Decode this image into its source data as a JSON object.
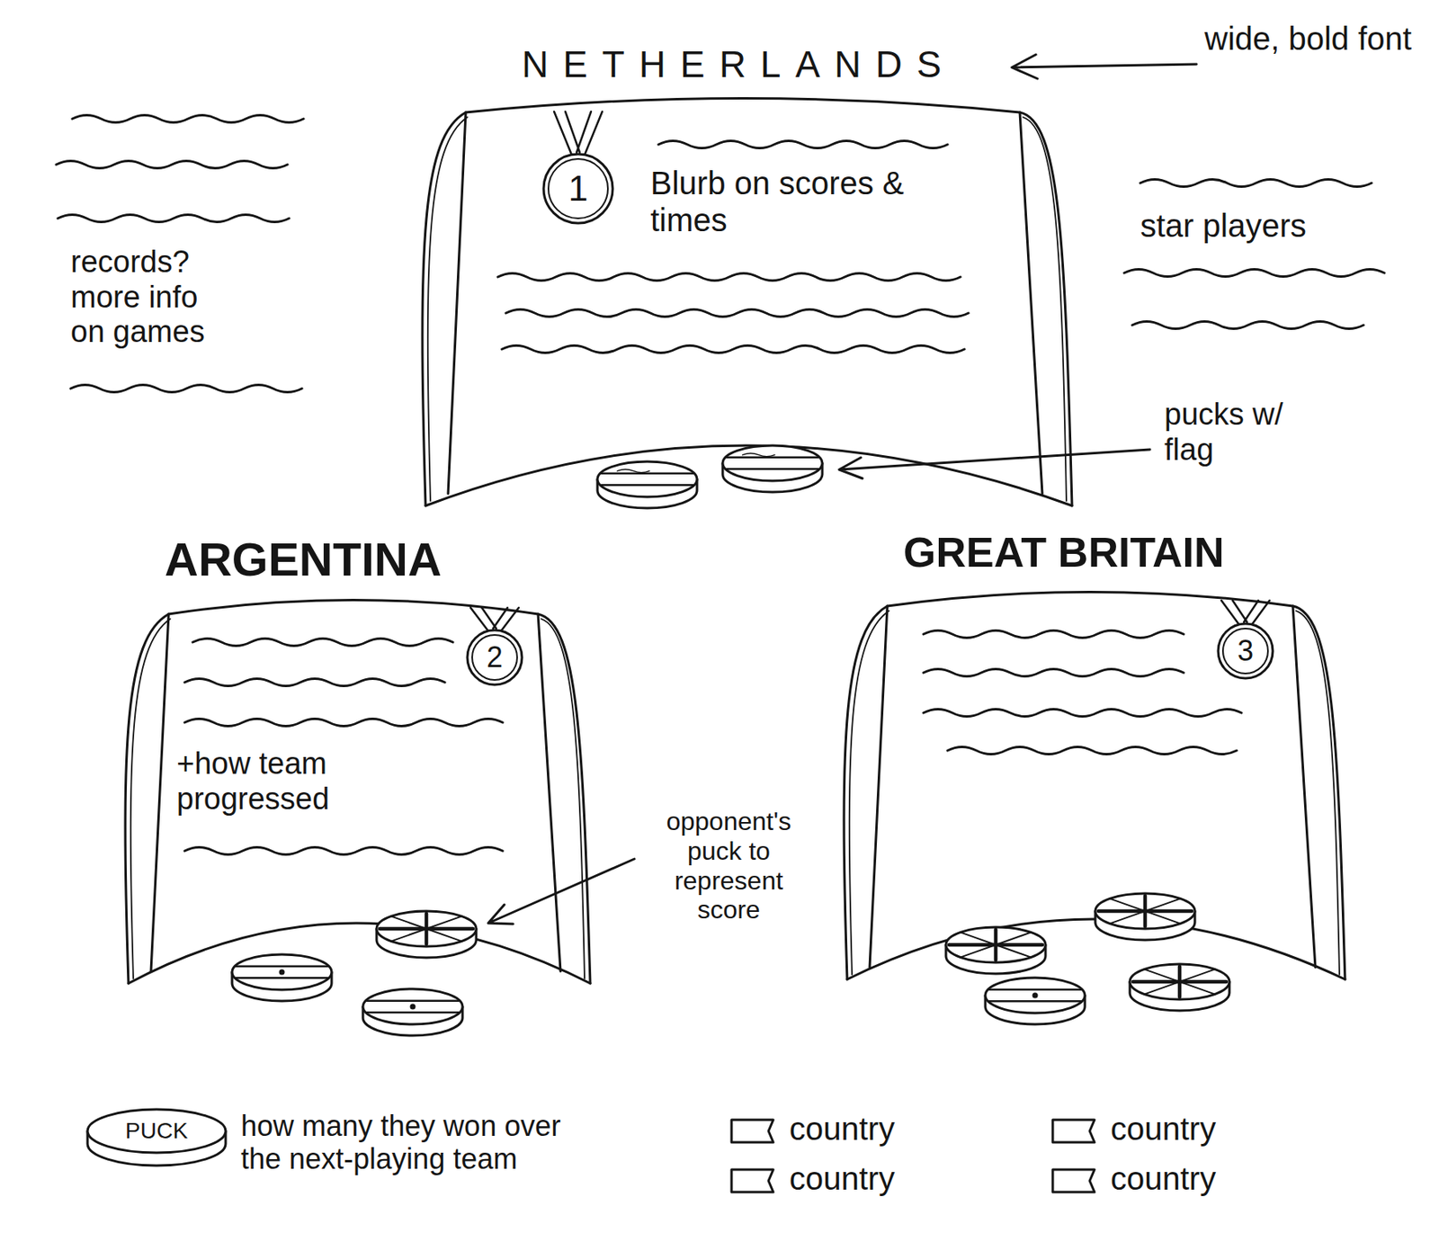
{
  "diagram": {
    "nodes": [
      {
        "text": [
          "NETHERLANDS",
          "Blurb on scores & times"
        ]
      },
      {
        "text": [
          "1"
        ],
        "in": 0
      },
      {
        "text": [
          "ARGENTINA",
          "+how team progressed"
        ]
      },
      {
        "text": [
          "2"
        ],
        "in": 2
      },
      {
        "text": [
          "GREAT BRITAIN"
        ]
      },
      {
        "text": [
          "3"
        ],
        "in": 4
      },
      {
        "text": [
          "PUCK"
        ]
      }
    ],
    "labels": [
      "wide, bold font",
      "records? more info on games",
      "star players",
      "pucks w/ flag",
      "opponent's puck to represent score",
      "how many they won over the next-playing team"
    ],
    "legend": [
      {
        "text": "country"
      },
      {
        "text": "country"
      },
      {
        "text": "country"
      },
      {
        "text": "country"
      }
    ]
  }
}
